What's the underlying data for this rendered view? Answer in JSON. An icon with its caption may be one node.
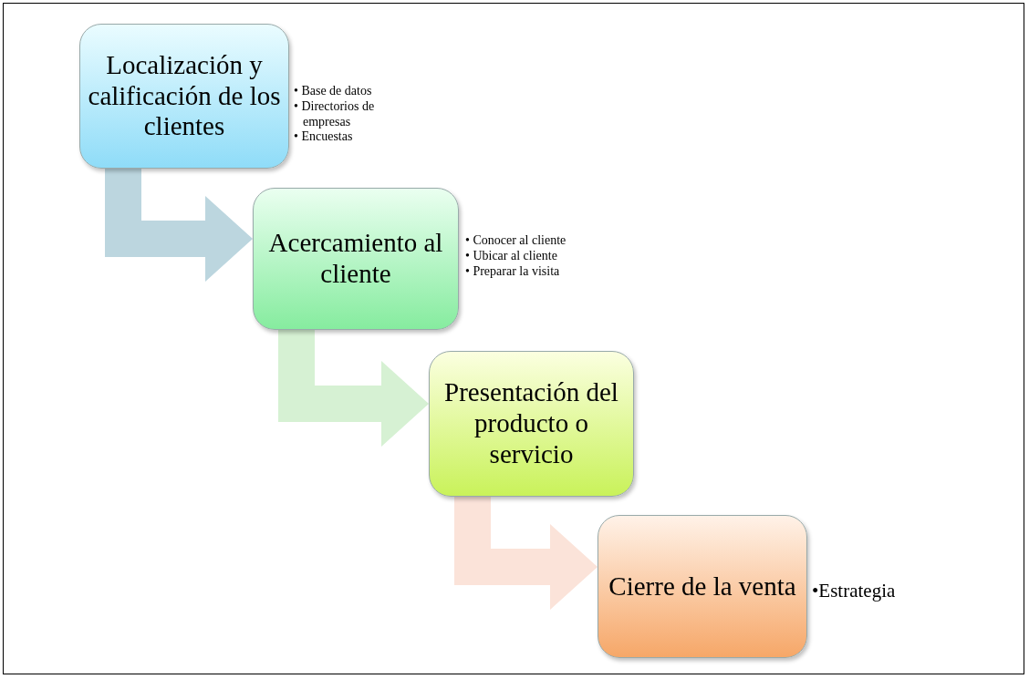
{
  "diagram": {
    "nodes": [
      {
        "text": [
          "Localización y calificación de los clientes"
        ],
        "beside": [
          "• Base de datos",
          "• Directorios de empresas",
          "• Encuestas"
        ]
      },
      {
        "text": [
          "Acercamiento al cliente"
        ],
        "beside": [
          "• Conocer al cliente",
          "• Ubicar al cliente",
          "• Preparar la visita"
        ]
      },
      {
        "text": [
          "Presentación del producto o servicio"
        ]
      },
      {
        "text": [
          "Cierre de la venta"
        ],
        "beside": [
          "•Estrategia"
        ]
      }
    ],
    "edges": [
      {
        "from": 0,
        "to": 1,
        "arrow": "to",
        "color": "#bcd6df"
      },
      {
        "from": 1,
        "to": 2,
        "arrow": "to",
        "color": "#d6f1d3"
      },
      {
        "from": 2,
        "to": 3,
        "arrow": "to",
        "color": "#fbe3d9"
      }
    ]
  }
}
